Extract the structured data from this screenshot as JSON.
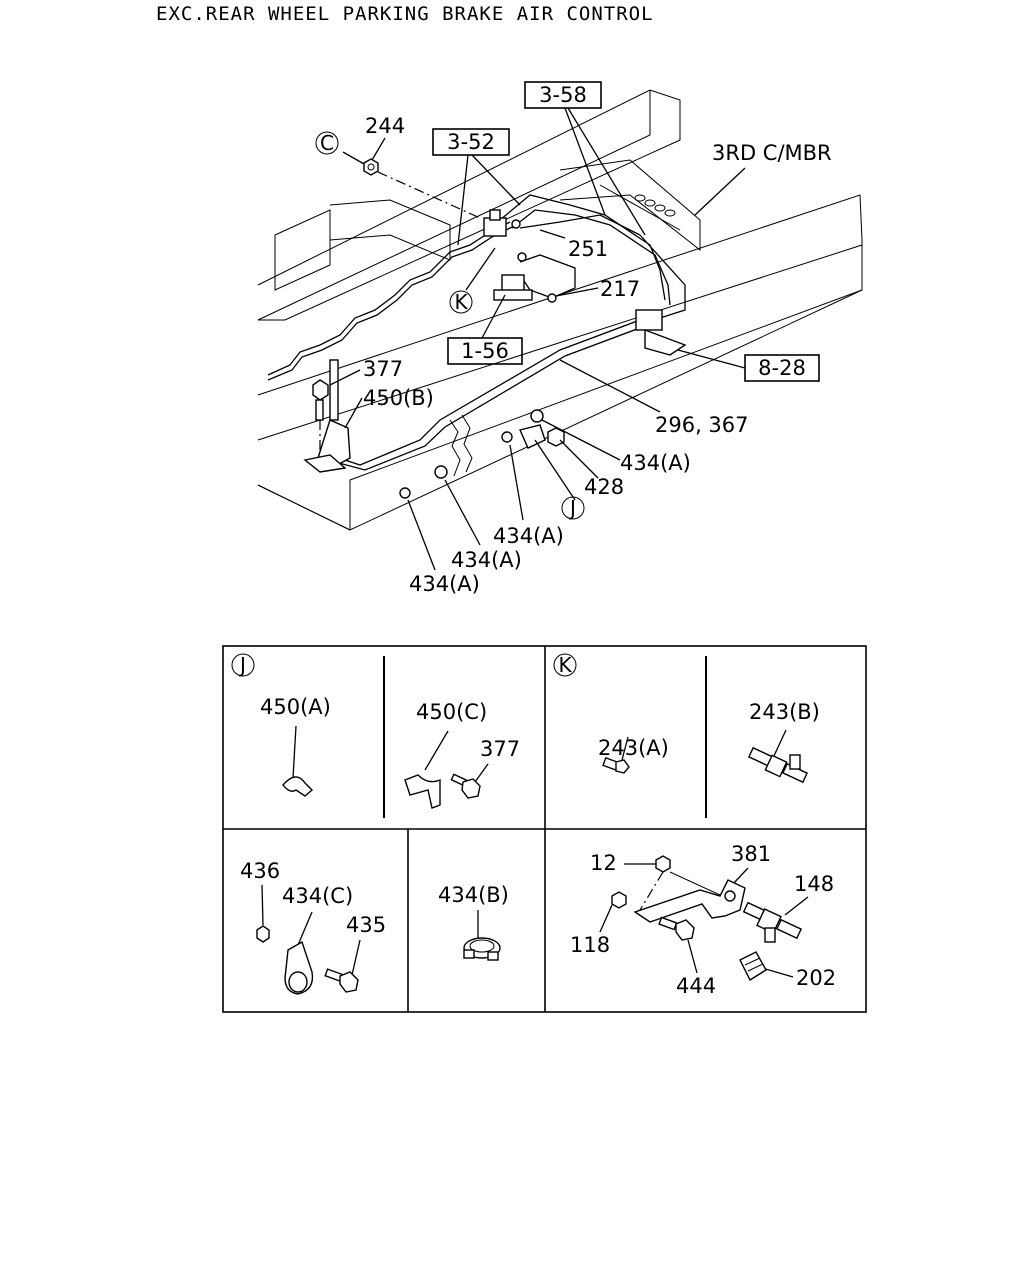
{
  "title": "EXC.REAR WHEEL PARKING BRAKE AIR CONTROL",
  "main_diagram": {
    "circle_refs": {
      "c": "C",
      "k": "K",
      "j": "J"
    },
    "boxed_refs": {
      "r358": "3-58",
      "r352": "3-52",
      "r156": "1-56",
      "r828": "8-28"
    },
    "labels": {
      "p244": "244",
      "p3rd": "3RD C/MBR",
      "p251": "251",
      "p217": "217",
      "p377": "377",
      "p450b": "450(B)",
      "p296": "296, 367",
      "p434a_1": "434(A)",
      "p428": "428",
      "p434a_2": "434(A)",
      "p434a_3": "434(A)",
      "p434a_4": "434(A)"
    }
  },
  "detail_grid": {
    "j_panel": {
      "circle": "J",
      "p450a": "450(A)",
      "p450c": "450(C)",
      "p377": "377"
    },
    "k_panel": {
      "circle": "K",
      "p243a": "243(A)",
      "p243b": "243(B)"
    },
    "bottom_left": {
      "p436": "436",
      "p434c": "434(C)",
      "p435": "435"
    },
    "bottom_mid": {
      "p434b": "434(B)"
    },
    "bottom_right": {
      "p12": "12",
      "p381": "381",
      "p148": "148",
      "p118": "118",
      "p444": "444",
      "p202": "202"
    }
  }
}
